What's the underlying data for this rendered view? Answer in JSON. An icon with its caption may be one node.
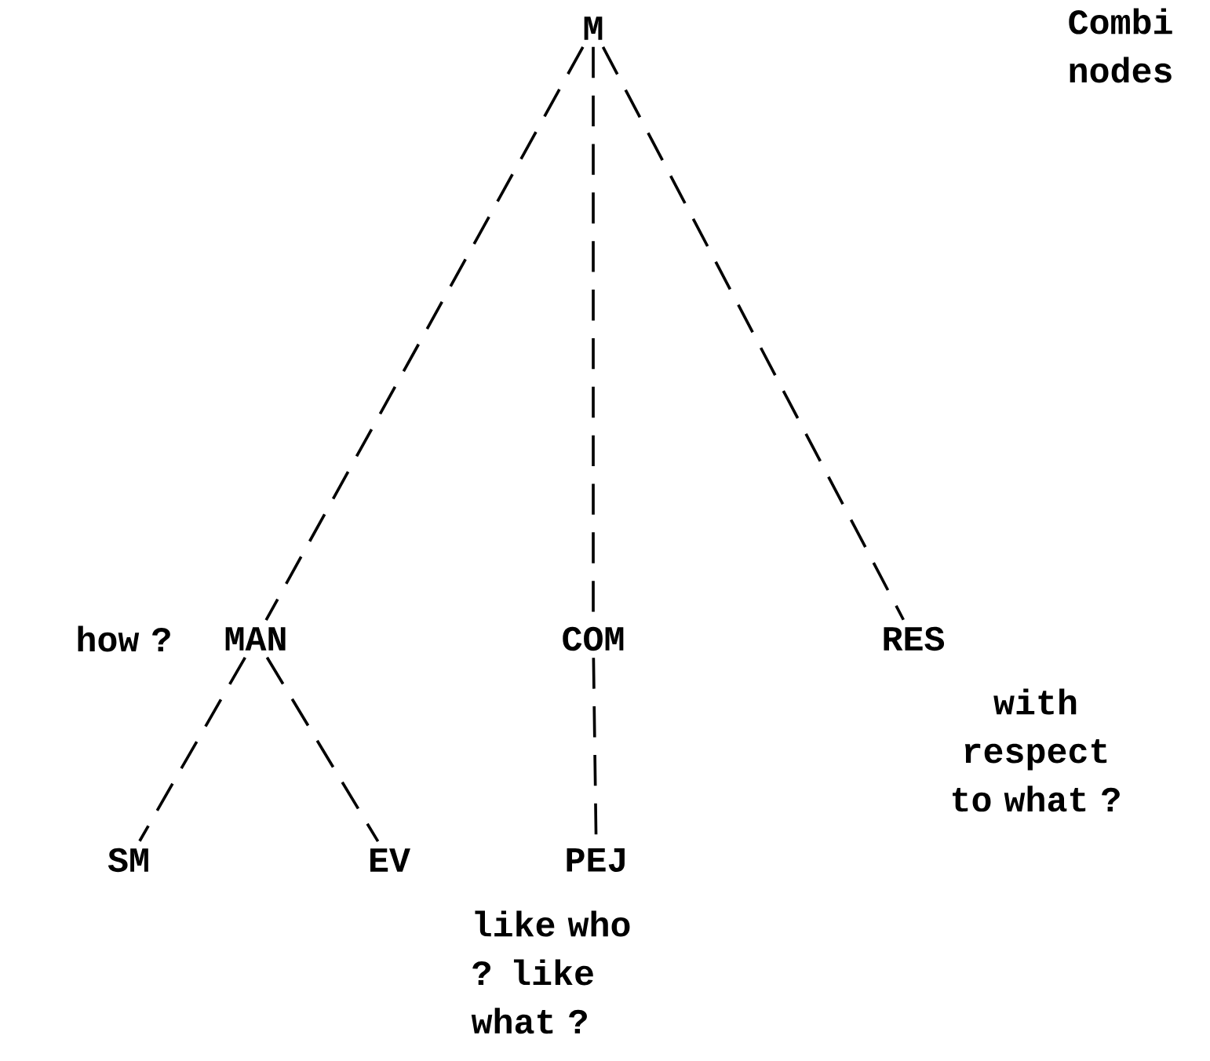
{
  "diagram": {
    "nodes": [
      {
        "text": [
          "M"
        ]
      },
      {
        "text": [
          "MAN"
        ],
        "beside": [
          "how ?"
        ]
      },
      {
        "text": [
          "COM"
        ]
      },
      {
        "text": [
          "RES"
        ],
        "beside": [
          "with respect to what ?"
        ]
      },
      {
        "text": [
          "SM"
        ]
      },
      {
        "text": [
          "EV"
        ]
      },
      {
        "text": [
          "PEJ"
        ],
        "beside": [
          "like who ? like what ?"
        ]
      }
    ],
    "edges": [
      {
        "from": 0,
        "to": 1,
        "arrow": "none",
        "style": "dashed"
      },
      {
        "from": 0,
        "to": 2,
        "arrow": "none",
        "style": "dashed"
      },
      {
        "from": 0,
        "to": 3,
        "arrow": "none",
        "style": "dashed"
      },
      {
        "from": 1,
        "to": 4,
        "arrow": "none",
        "style": "dashed"
      },
      {
        "from": 1,
        "to": 5,
        "arrow": "none",
        "style": "dashed"
      },
      {
        "from": 2,
        "to": 6,
        "arrow": "none",
        "style": "dashed"
      }
    ],
    "labels": [
      "Combi nodes"
    ]
  }
}
